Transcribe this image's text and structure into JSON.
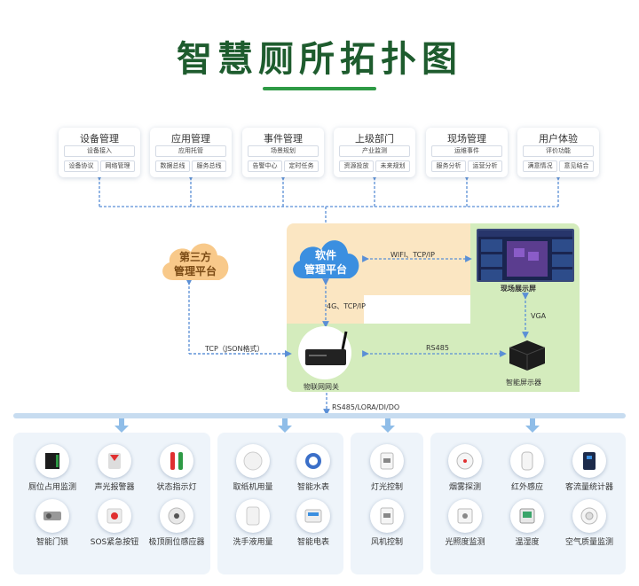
{
  "title": "智慧厕所拓扑图",
  "modules": [
    {
      "title": "设备管理",
      "sub": "设备接入",
      "a": "设备协议",
      "b": "网络管理"
    },
    {
      "title": "应用管理",
      "sub": "应用托管",
      "a": "数据总线",
      "b": "服务总线"
    },
    {
      "title": "事件管理",
      "sub": "场景规划",
      "a": "告警中心",
      "b": "定时任务"
    },
    {
      "title": "上级部门",
      "sub": "产业监测",
      "a": "资源投放",
      "b": "未来规划"
    },
    {
      "title": "现场管理",
      "sub": "运维事件",
      "a": "服务分析",
      "b": "运营分析"
    },
    {
      "title": "用户体验",
      "sub": "评价功能",
      "a": "满意情况",
      "b": "意见结合"
    }
  ],
  "center": {
    "third_party": "第三方\n管理平台",
    "software_platform": "软件\n管理平台",
    "wifi_label": "WIFI、TCP/IP",
    "fourg_label": "4G、TCP/IP",
    "tcp_label": "TCP（JSON格式）",
    "rs485_label": "RS485",
    "vga_label": "VGA",
    "screen_label": "现场展示屏",
    "gateway_label": "物联网网关",
    "display_ctrl_label": "智能屏示器",
    "bus_label": "RS485/LORA/DI/DO"
  },
  "panels": [
    {
      "devices": [
        "厕位占用监测",
        "声光报警器",
        "状态指示灯",
        "智能门锁",
        "SOS紧急按钮",
        "极顶厕位感应器"
      ]
    },
    {
      "devices": [
        "取纸机用量",
        "智能水表",
        "洗手液用量",
        "智能电表"
      ]
    },
    {
      "devices": [
        "灯光控制",
        "风机控制"
      ]
    },
    {
      "devices": [
        "烟雾探测",
        "红外感应",
        "客流量统计器",
        "光照度监测",
        "温湿度",
        "空气质量监测"
      ]
    }
  ],
  "colors": {
    "title": "#1e5c2e",
    "accent_green": "#2e9a45",
    "dashed_line": "#5a8fd6",
    "peach_zone": "#fbe6c2",
    "green_zone": "#d4ecbd",
    "cloud_peach": "#f8c98a",
    "cloud_blue": "#3b8fe0"
  }
}
